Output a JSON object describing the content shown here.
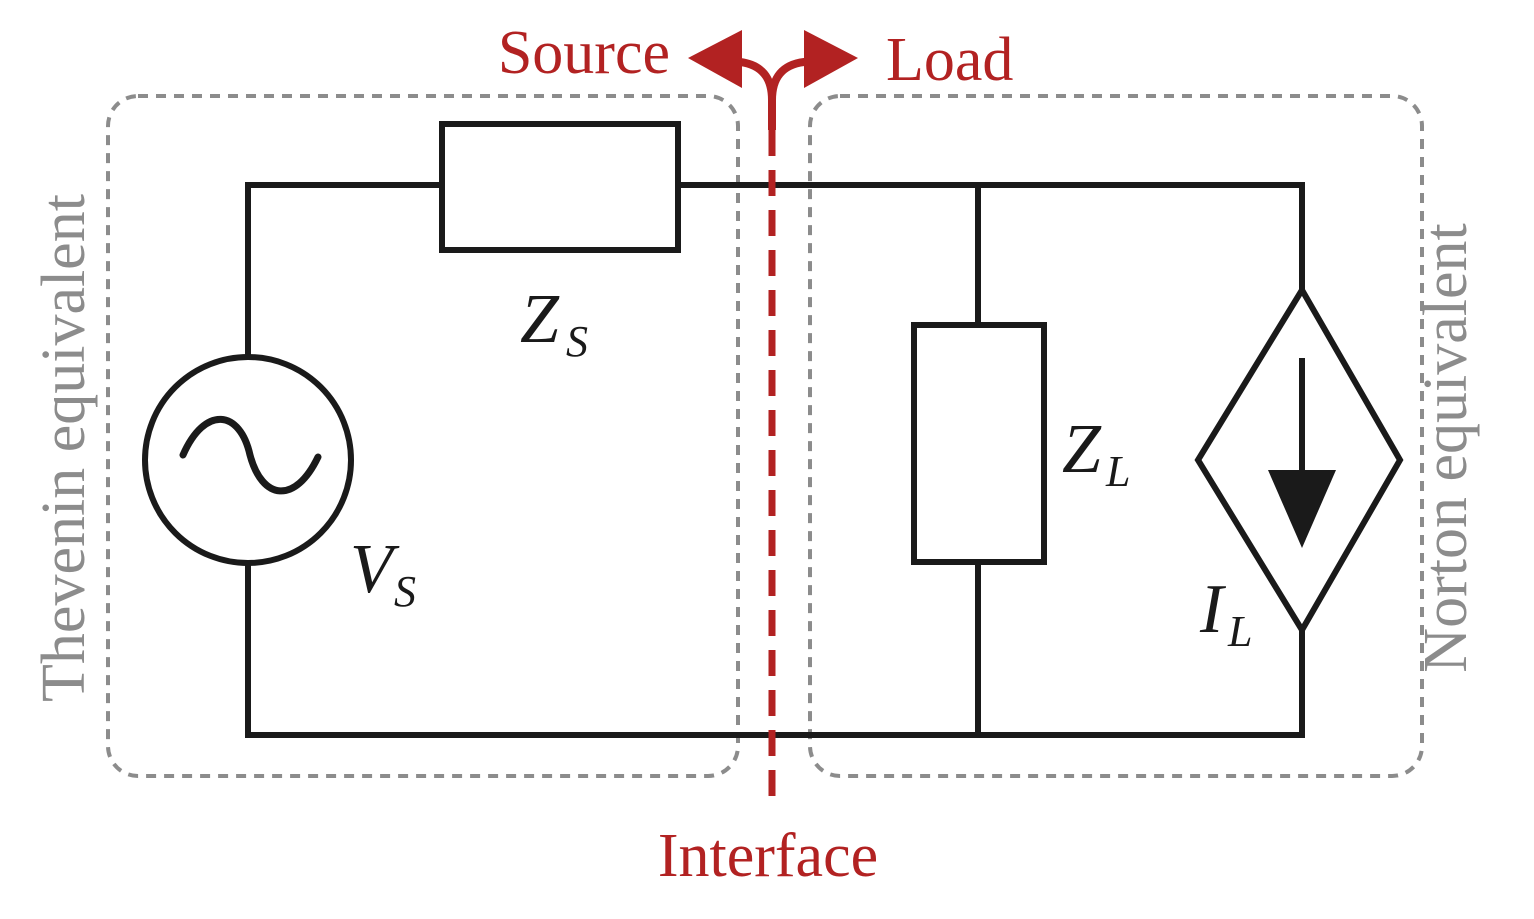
{
  "labels": {
    "source": "Source",
    "load": "Load",
    "interface": "Interface",
    "thevenin": "Thevenin equivalent",
    "norton": "Norton equivalent"
  },
  "components": {
    "zs": {
      "main": "Z",
      "sub": "S"
    },
    "zl": {
      "main": "Z",
      "sub": "L"
    },
    "vs": {
      "main": "V",
      "sub": "S"
    },
    "il": {
      "main": "I",
      "sub": "L"
    }
  },
  "colors": {
    "accent": "#b22222",
    "box_outline": "#8c8c8c",
    "wire": "#1a1a1a"
  }
}
